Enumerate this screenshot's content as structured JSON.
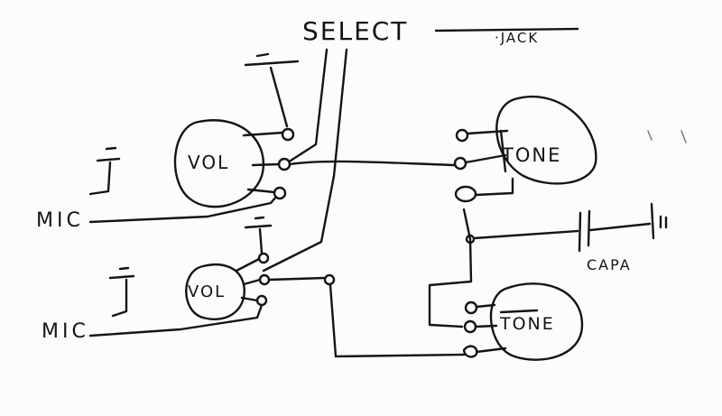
{
  "labels": {
    "select": "SELECT",
    "jack": "·JACK",
    "vol_top": "VOL",
    "vol_bottom": "VOL",
    "tone_top": "TONE",
    "tone_bottom": "TONE",
    "mic_top": "MIC",
    "mic_bottom": "MIC",
    "capacitor": "CAPA"
  },
  "colors": {
    "ink": "#141414",
    "paper": "#fcfcfc"
  }
}
